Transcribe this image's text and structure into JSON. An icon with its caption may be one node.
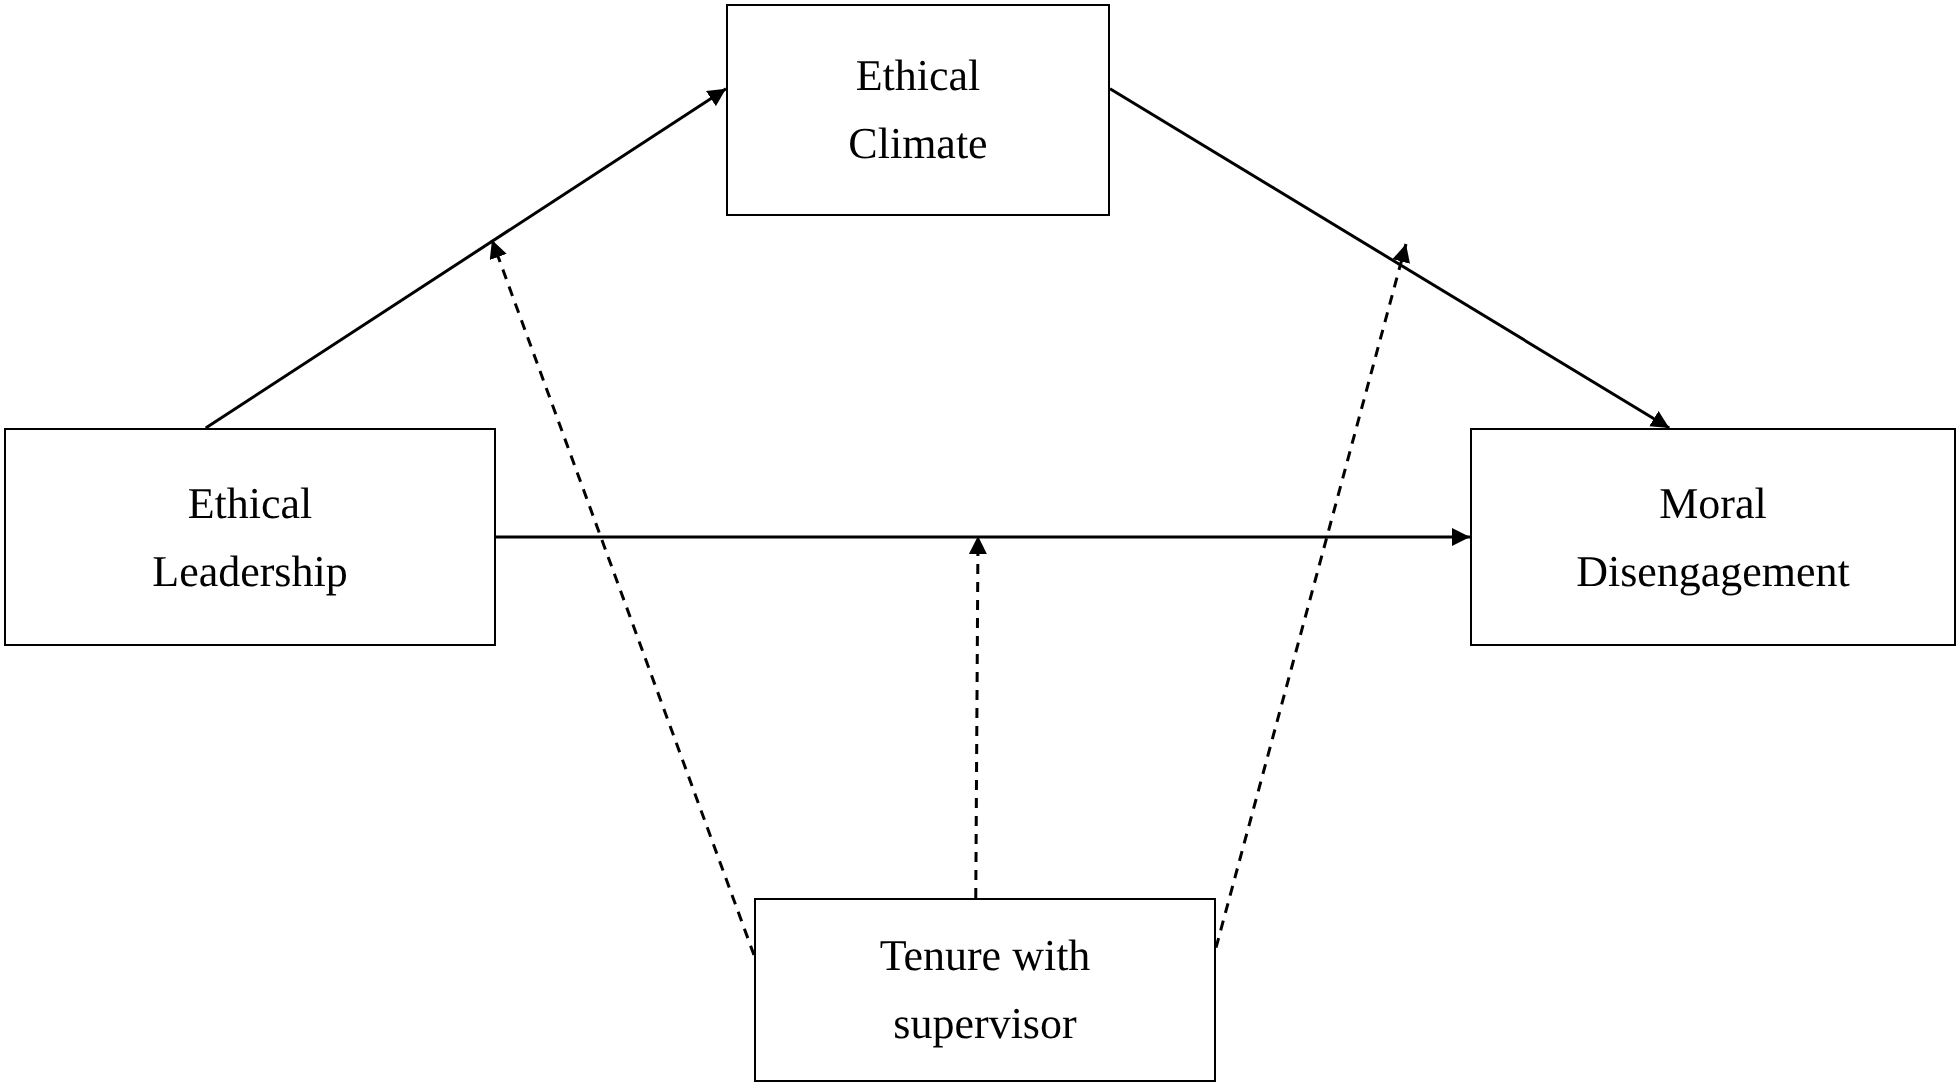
{
  "diagram": {
    "nodes": [
      {
        "text": [
          "Ethical Climate"
        ]
      },
      {
        "text": [
          "Ethical Leadership"
        ]
      },
      {
        "text": [
          "Moral Disengagement"
        ]
      },
      {
        "text": [
          "Tenure with supervisor"
        ]
      }
    ],
    "edges": [
      {
        "from": 1,
        "to": 0,
        "arrow": "to"
      },
      {
        "from": 0,
        "to": 2,
        "arrow": "to"
      },
      {
        "from": 1,
        "to": 2,
        "arrow": "to"
      },
      {
        "from": 3,
        "to": null,
        "arrow": "to",
        "style": "dashed"
      },
      {
        "from": 3,
        "to": null,
        "arrow": "to",
        "style": "dashed"
      },
      {
        "from": 3,
        "to": null,
        "arrow": "to",
        "style": "dashed"
      }
    ]
  }
}
